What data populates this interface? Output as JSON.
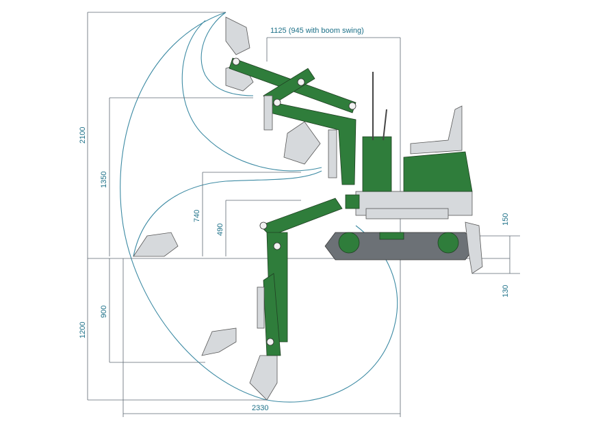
{
  "dimensions": {
    "top_reach": "1125 (945 with boom swing)",
    "max_height": "2100",
    "dump_height": "1350",
    "height_740": "740",
    "height_490": "490",
    "blade_up": "150",
    "blade_down": "130",
    "dig_depth_900": "900",
    "dig_depth_1200": "1200",
    "max_reach": "2330"
  },
  "colors": {
    "machine_green": "#2f7d3b",
    "arc_blue": "#3c8aa3",
    "label_blue": "#1b6f87",
    "track_grey": "#6c7176"
  }
}
